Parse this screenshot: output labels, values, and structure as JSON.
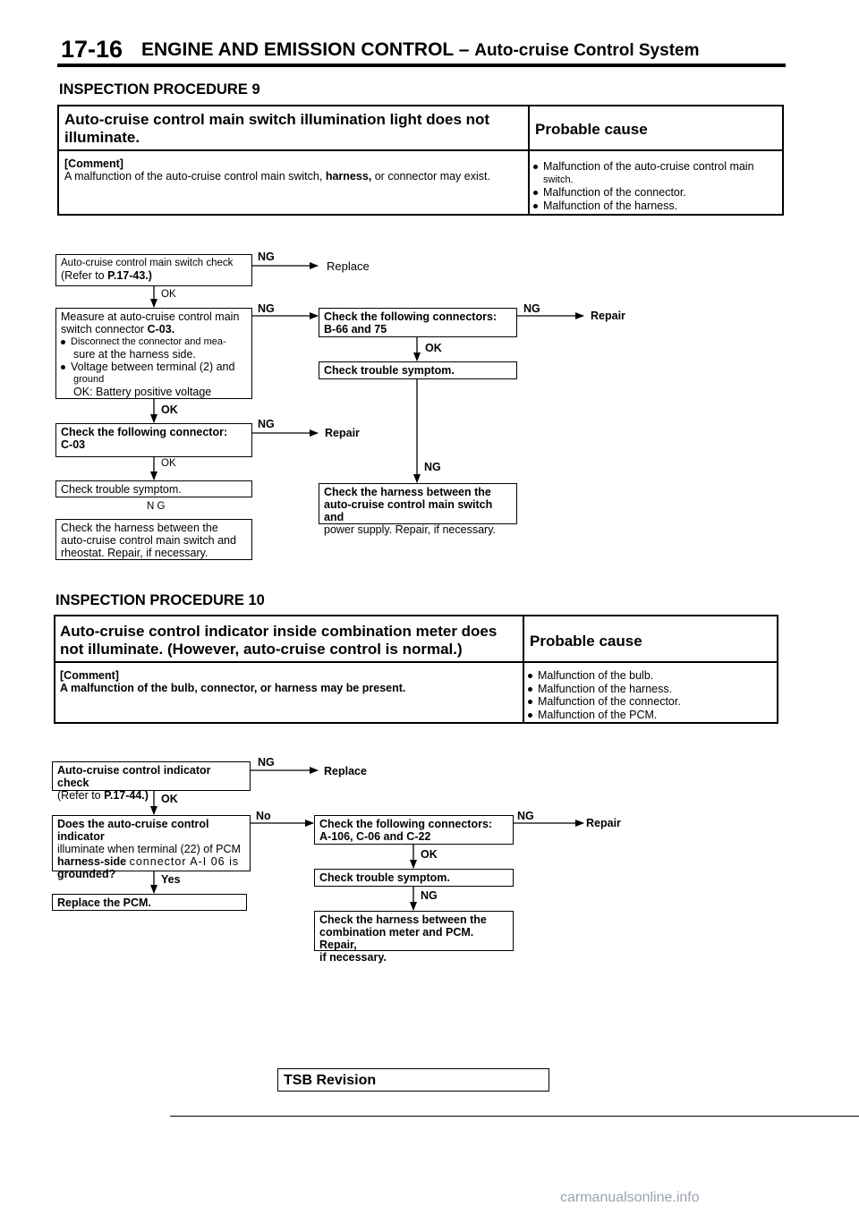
{
  "header": {
    "page_number": "17-16",
    "title": "ENGINE AND EMISSION CONTROL –",
    "subtitle": "Auto-cruise Control System"
  },
  "proc9": {
    "heading": "INSPECTION PROCEDURE 9",
    "symptom_line1": "Auto-cruise control main switch illumination light does not",
    "symptom_line2": "illuminate.",
    "probable_cause_label": "Probable cause",
    "comment_label": "[Comment]",
    "comment_text_a": "A malfunction of the auto-cruise control main switch,",
    "comment_text_b": "harness,",
    "comment_text_c": "or connector may exist.",
    "causes": [
      "Malfunction of the auto-cruise control main",
      "switch.",
      "Malfunction of the connector.",
      "Malfunction of the harness."
    ],
    "flow": {
      "b1_line1": "Auto-cruise control main switch check",
      "b1_line2a": "(Refer to",
      "b1_line2b": "P.17-43.)",
      "ng1": "NG",
      "replace": "Replace",
      "ok1": "OK",
      "b2_lines": [
        "Measure at auto-cruise control main",
        "switch connector",
        "C-03.",
        "Disconnect the connector and mea-",
        "sure at the harness side.",
        "Voltage between terminal (2) and",
        "ground",
        "OK: Battery positive voltage"
      ],
      "ng2": "NG",
      "b_conn_line1": "Check the following connectors:",
      "b_conn_line2": "B-66 and 75",
      "ng3": "NG",
      "repair1": "Repair",
      "ok_conn": "OK",
      "b_trouble_r": "Check trouble symptom.",
      "ok2": "OK",
      "b3_line1": "Check the following connector:",
      "b3_line2": "C-03",
      "ng4": "NG",
      "repair2": "Repair",
      "ok3": "OK",
      "ng_r": "NG",
      "b4": "Check trouble symptom.",
      "ng5": "N G",
      "b5_lines": [
        "Check the harness between the",
        "auto-cruise control main switch and",
        "rheostat. Repair, if necessary."
      ],
      "b_harness_r_lines": [
        "Check the harness between the",
        "auto-cruise control main switch and",
        "power supply. Repair, if necessary."
      ]
    }
  },
  "proc10": {
    "heading": "INSPECTION PROCEDURE 10",
    "symptom_line1": "Auto-cruise control indicator inside combination meter does",
    "symptom_line2": "not illuminate. (However, auto-cruise control is normal.)",
    "probable_cause_label": "Probable cause",
    "comment_label": "[Comment]",
    "comment_text": "A malfunction of the bulb, connector, or harness may be present.",
    "causes": [
      "Malfunction of the bulb.",
      "Malfunction of the harness.",
      "Malfunction of the connector.",
      "Malfunction of the PCM."
    ],
    "flow": {
      "c1_line1": "Auto-cruise control indicator check",
      "c1_line2a": "(Refer to",
      "c1_line2b": "P.17-44.)",
      "ng1": "NG",
      "replace": "Replace",
      "ok1": "OK",
      "c2_lines": [
        "Does the auto-cruise control indicator",
        "illuminate when terminal (22) of PCM",
        "harness-side",
        "connector A-I 06 is",
        "grounded?"
      ],
      "no": "No",
      "c_conn_line1": "Check the following connectors:",
      "c_conn_line2": "A-106, C-06 and C-22",
      "ng2": "NG",
      "repair": "Repair",
      "ok_conn": "OK",
      "yes": "Yes",
      "c_trouble": "Check trouble symptom.",
      "ng3": "NG",
      "c3": "Replace the PCM.",
      "c_harness_lines": [
        "Check the harness between the",
        "combination meter and PCM. Repair,",
        "if necessary."
      ]
    }
  },
  "footer": {
    "tsb": "TSB Revision",
    "watermark": "carmanualsonline.info"
  }
}
